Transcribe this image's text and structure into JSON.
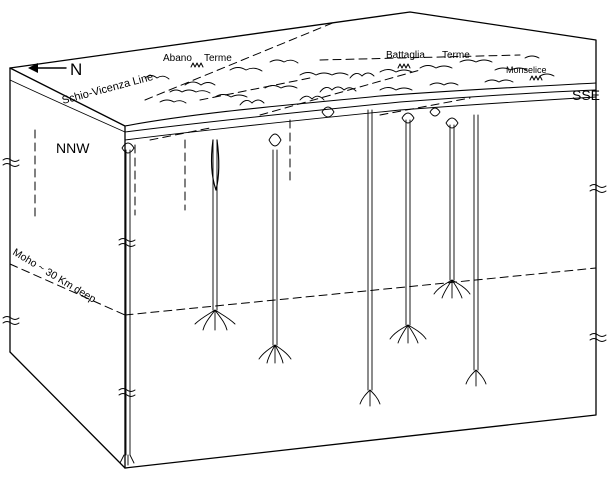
{
  "diagram": {
    "labels": {
      "north_arrow": "N",
      "fault_line": "Schio-Vicenza Line",
      "town_1": "Abano",
      "town_1_suffix": "Terme",
      "town_2": "Battaglia",
      "town_2_suffix": "Terme",
      "town_3": "Monselice",
      "direction_left": "NNW",
      "direction_right": "SSE",
      "moho_label": "Moho ~ 30 Km  deep"
    },
    "colors": {
      "ink": "#000000",
      "paper": "#ffffff"
    }
  }
}
